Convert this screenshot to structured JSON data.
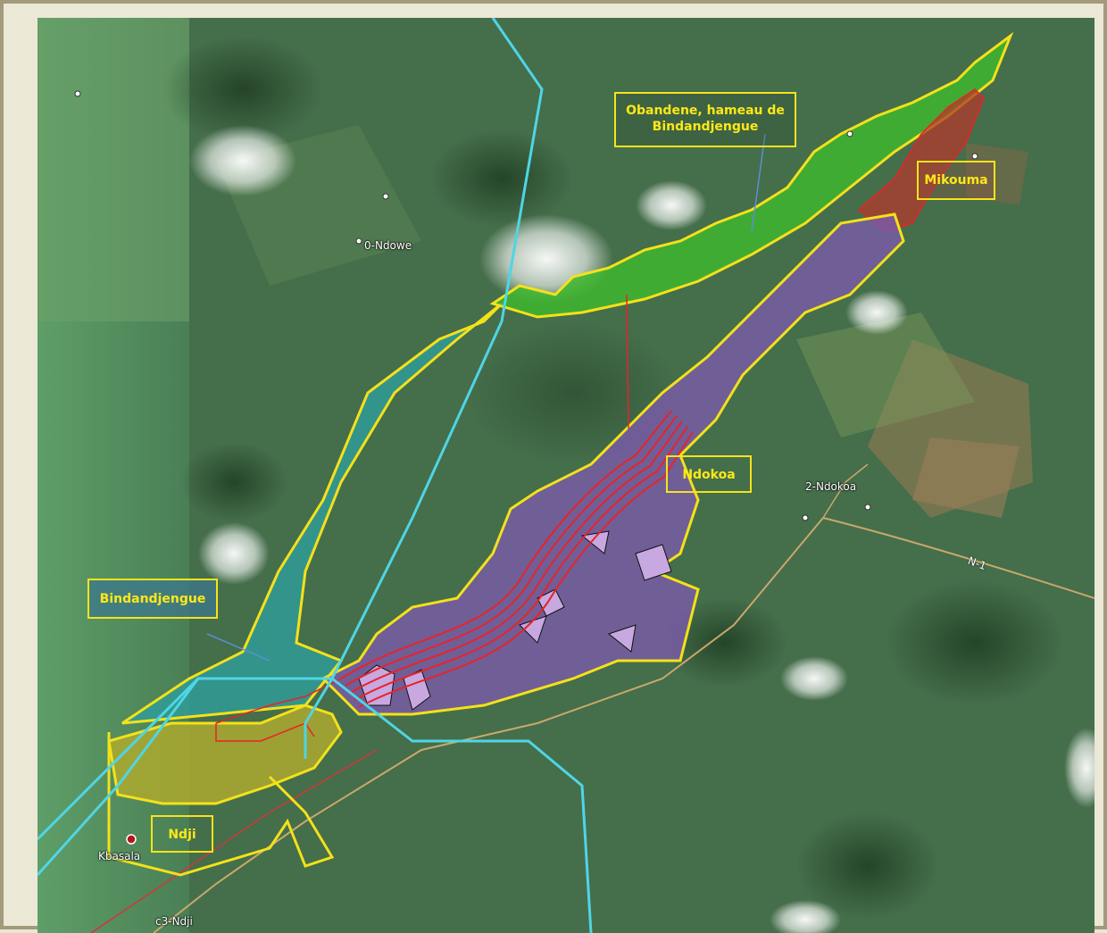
{
  "labels": {
    "obandene_line1": "Obandene, hameau de",
    "obandene_line2": "Bindandjengue",
    "mikouma": "Mikouma",
    "ndokoa": "Ndokoa",
    "bindandjengue": "Bindandjengue",
    "ndji": "Ndji"
  },
  "places": {
    "ndowe": "0-Ndowe",
    "ndokoa2": "2-Ndokoa",
    "kbasala": "Kbasala",
    "ndji3": "c3-Ndji"
  },
  "road": "N-1",
  "colors": {
    "zone_outline": "#f4e11a",
    "boundary": "#4fd5e6",
    "pipeline": "#e8232a",
    "zone_green": "#3fb62f",
    "zone_purple": "#7a5aa8",
    "zone_teal": "#2fa7a3",
    "zone_olive": "#b3ad2c",
    "zone_red": "#b23a2a"
  }
}
